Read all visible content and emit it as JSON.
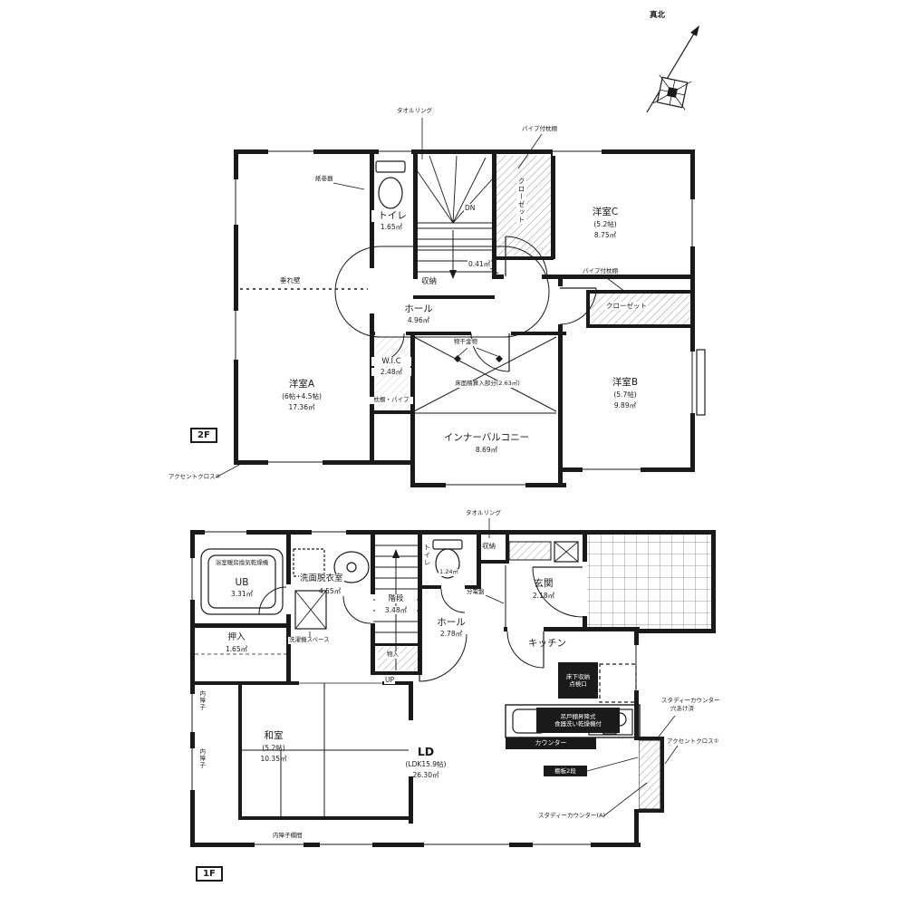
{
  "compass": {
    "label": "真北"
  },
  "floor2": {
    "badge": "2F",
    "towel_ring": "タオルリング",
    "paper_holder": "紙巻器",
    "toilet": {
      "name": "トイレ",
      "area": "1.65㎡"
    },
    "pipe_shelf_c": "パイプ付枕棚",
    "closet_c": "クローゼット",
    "room_c": {
      "name": "洋室C",
      "tatami": "(5.2帖)",
      "area": "8.75㎡"
    },
    "dn": "DN",
    "storage": "収納",
    "storage_note": "0.41㎡",
    "hall": {
      "name": "ホール",
      "area": "4.96㎡"
    },
    "pipe_shelf_b": "パイプ付枕棚",
    "closet_b": "クローゼット",
    "room_b": {
      "name": "洋室B",
      "tatami": "(5.7帖)",
      "area": "9.89㎡"
    },
    "tarekabe": "垂れ壁",
    "room_a": {
      "name": "洋室A",
      "tatami": "(6帖+4.5帖)",
      "area": "17.36㎡"
    },
    "wic": {
      "name": "W.I.C",
      "area": "2.48㎡",
      "note": "枕棚・パイプ"
    },
    "monohoshi": "物干金物",
    "floor_area_note": "床面積算入部分(2.63㎡)",
    "balcony": {
      "name": "インナーバルコニー",
      "area": "8.69㎡"
    },
    "accent": "アクセントクロス②"
  },
  "floor1": {
    "badge": "1F",
    "towel_ring": "タオルリング",
    "bath_dryer": "浴室暖房換気乾燥機",
    "ub": {
      "name": "UB",
      "area": "3.31㎡"
    },
    "senmen": {
      "name": "洗面脱衣室",
      "area": "4.55㎡"
    },
    "stairs": {
      "name": "階段",
      "area": "3.48㎡"
    },
    "toilet": {
      "name": "トイレ",
      "area": "1.24㎡"
    },
    "storage": "収納",
    "genkan": {
      "name": "玄関",
      "area": "2.18㎡"
    },
    "bundenban": "分電盤",
    "hall": {
      "name": "ホール",
      "area": "2.78㎡"
    },
    "kitchen": "キッチン",
    "oshiire": {
      "name": "押入",
      "area": "1.65㎡"
    },
    "laundry_space": "洗濯機スペース",
    "monoire": "物入",
    "up": "UP",
    "washitsu": {
      "name": "和室",
      "tatami": "(5.2帖)",
      "area": "10.35㎡"
    },
    "uchishoji": "内障子",
    "ranma": "内障子欄間",
    "ld": {
      "name": "LD",
      "tatami": "(LDK15.9帖)",
      "area": "26.30㎡"
    },
    "underfloor": {
      "line1": "床下収納",
      "line2": "点検口"
    },
    "cabinet": {
      "line1": "吊戸棚昇降式",
      "line2": "食器洗い乾燥機付"
    },
    "counter": "カウンター",
    "shelf_note": "棚板2段",
    "study_counter_a": "スタディーカウンター(A)",
    "study_counter": {
      "line1": "スタディーカウンター",
      "line2": "穴あけ済"
    },
    "accent": "アクセントクロス①"
  }
}
